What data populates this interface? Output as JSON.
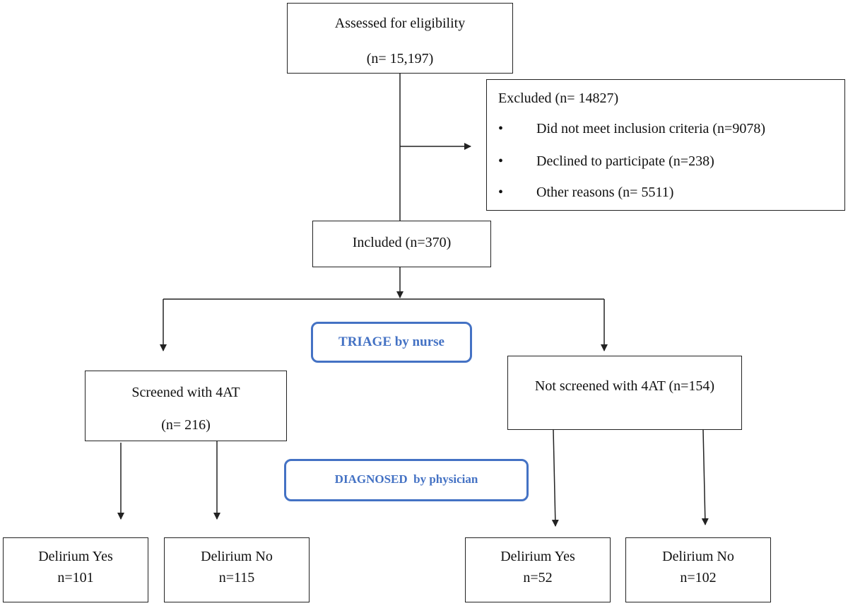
{
  "assessed": {
    "title": "Assessed for eligibility",
    "count": "(n= 15,197)"
  },
  "excluded": {
    "title": "Excluded (n= 14827)",
    "items": [
      "Did not meet inclusion  criteria (n=9078)",
      "Declined to participate (n=238)",
      "Other reasons (n= 5511)"
    ],
    "bullet": "•"
  },
  "included": {
    "title": "Included (n=370)"
  },
  "triage_label": "TRIAGE by nurse",
  "screened": {
    "title": "Screened with 4AT",
    "count": "(n= 216)"
  },
  "not_screened": {
    "title": "Not screened with 4AT (n=154)"
  },
  "diagnosed_label": "DIAGNOSED  by physician",
  "outcomes": [
    {
      "label": "Delirium Yes",
      "count": "n=101"
    },
    {
      "label": "Delirium No",
      "count": "n=115"
    },
    {
      "label": "Delirium Yes",
      "count": "n=52"
    },
    {
      "label": "Delirium No",
      "count": "n=102"
    }
  ],
  "colors": {
    "label_blue": "#4472c4",
    "line": "#222222"
  }
}
